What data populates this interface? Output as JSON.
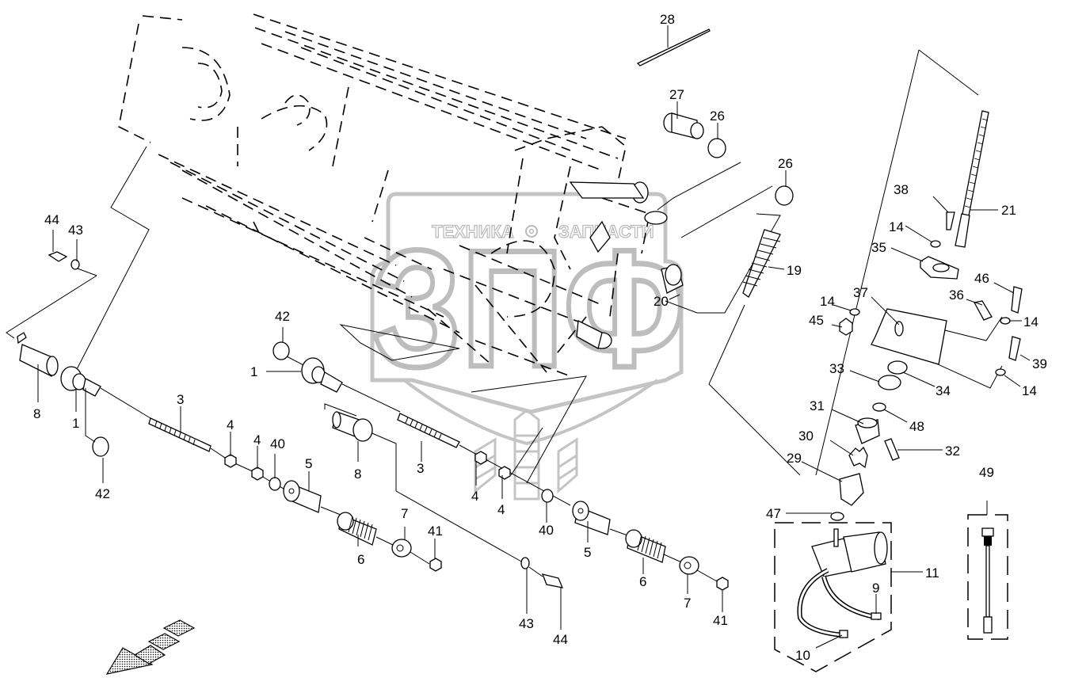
{
  "watermark": {
    "top_text_left": "ТЕХНИКА",
    "top_text_right": "ЗАПЧАСТИ",
    "big_text": "ЗПФ",
    "color": "#bdbdbd"
  },
  "diagram": {
    "type": "exploded parts view",
    "line_color": "#000000",
    "background": "#ffffff",
    "callouts": [
      {
        "id": "c28",
        "label": "28"
      },
      {
        "id": "c27",
        "label": "27"
      },
      {
        "id": "c26a",
        "label": "26"
      },
      {
        "id": "c26b",
        "label": "26"
      },
      {
        "id": "c21",
        "label": "21"
      },
      {
        "id": "c38",
        "label": "38"
      },
      {
        "id": "c14a",
        "label": "14"
      },
      {
        "id": "c35",
        "label": "35"
      },
      {
        "id": "c19",
        "label": "19"
      },
      {
        "id": "c20",
        "label": "20"
      },
      {
        "id": "c46",
        "label": "46"
      },
      {
        "id": "c36",
        "label": "36"
      },
      {
        "id": "c37",
        "label": "37"
      },
      {
        "id": "c14b",
        "label": "14"
      },
      {
        "id": "c45",
        "label": "45"
      },
      {
        "id": "c14c",
        "label": "14"
      },
      {
        "id": "c39",
        "label": "39"
      },
      {
        "id": "c14d",
        "label": "14"
      },
      {
        "id": "c33",
        "label": "33"
      },
      {
        "id": "c34",
        "label": "34"
      },
      {
        "id": "c31",
        "label": "31"
      },
      {
        "id": "c48",
        "label": "48"
      },
      {
        "id": "c30",
        "label": "30"
      },
      {
        "id": "c32",
        "label": "32"
      },
      {
        "id": "c29",
        "label": "29"
      },
      {
        "id": "c47",
        "label": "47"
      },
      {
        "id": "c11",
        "label": "11"
      },
      {
        "id": "c9",
        "label": "9"
      },
      {
        "id": "c10",
        "label": "10"
      },
      {
        "id": "c49",
        "label": "49"
      },
      {
        "id": "c44a",
        "label": "44"
      },
      {
        "id": "c43a",
        "label": "43"
      },
      {
        "id": "c8a",
        "label": "8"
      },
      {
        "id": "c1a",
        "label": "1"
      },
      {
        "id": "c42a",
        "label": "42"
      },
      {
        "id": "c3a",
        "label": "3"
      },
      {
        "id": "c4a",
        "label": "4"
      },
      {
        "id": "c4b",
        "label": "4"
      },
      {
        "id": "c40a",
        "label": "40"
      },
      {
        "id": "c5a",
        "label": "5"
      },
      {
        "id": "c6a",
        "label": "6"
      },
      {
        "id": "c7a",
        "label": "7"
      },
      {
        "id": "c41a",
        "label": "41"
      },
      {
        "id": "c42b",
        "label": "42"
      },
      {
        "id": "c1b",
        "label": "1"
      },
      {
        "id": "c8b",
        "label": "8"
      },
      {
        "id": "c3b",
        "label": "3"
      },
      {
        "id": "c4c",
        "label": "4"
      },
      {
        "id": "c4d",
        "label": "4"
      },
      {
        "id": "c40b",
        "label": "40"
      },
      {
        "id": "c5b",
        "label": "5"
      },
      {
        "id": "c6b",
        "label": "6"
      },
      {
        "id": "c7b",
        "label": "7"
      },
      {
        "id": "c41b",
        "label": "41"
      },
      {
        "id": "c43b",
        "label": "43"
      },
      {
        "id": "c44b",
        "label": "44"
      }
    ]
  }
}
